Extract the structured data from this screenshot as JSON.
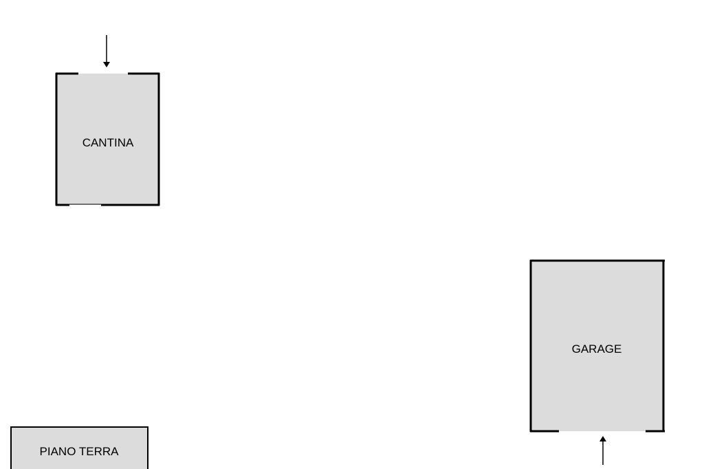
{
  "colors": {
    "room_fill": "#dcdcdc",
    "wall": "#000000",
    "background": "#ffffff"
  },
  "rooms": {
    "cantina": {
      "label": "CANTINA"
    },
    "garage": {
      "label": "GARAGE"
    }
  },
  "floor_label": "PIANO TERRA"
}
